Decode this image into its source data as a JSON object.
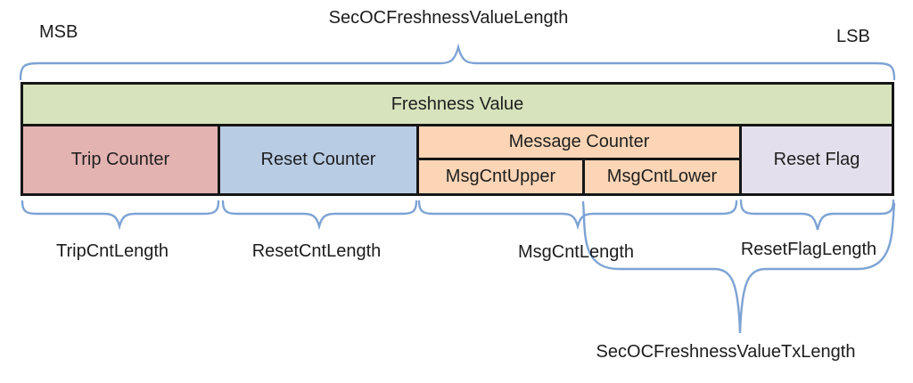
{
  "header": {
    "msb": "MSB",
    "title": "SecOCFreshnessValueLength",
    "lsb": "LSB"
  },
  "table": {
    "freshness_value": "Freshness Value",
    "trip_counter": "Trip Counter",
    "reset_counter": "Reset Counter",
    "message_counter": "Message Counter",
    "msg_cnt_upper": "MsgCntUpper",
    "msg_cnt_lower": "MsgCntLower",
    "reset_flag": "Reset Flag"
  },
  "length_labels": {
    "trip": "TripCntLength",
    "reset": "ResetCntLength",
    "msg": "MsgCntLength",
    "flag": "ResetFlagLength",
    "tx": "SecOCFreshnessValueTxLength"
  },
  "colors": {
    "freshness_fill": "#d6e3bc",
    "trip_fill": "#e3b3b2",
    "reset_fill": "#b8cce4",
    "message_fill": "#fbd5b5",
    "flag_fill": "#e4dfec",
    "border": "#161616",
    "brace": "#7da3d4",
    "text": "#1c1c1c"
  }
}
